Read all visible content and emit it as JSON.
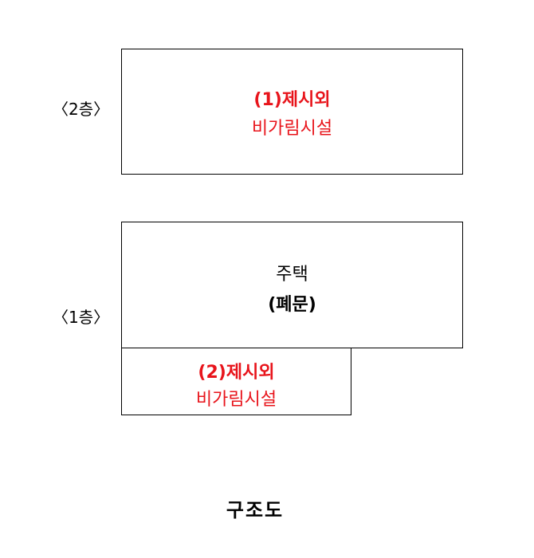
{
  "floors": [
    {
      "label": "〈2층〉",
      "box": {
        "line1": "(1)제시외",
        "line2": "비가림시설"
      }
    },
    {
      "label": "〈1층〉",
      "box": {
        "line1": "주택",
        "line2": "(폐문)"
      },
      "annex": {
        "line1": "(2)제시외",
        "line2": "비가림시설"
      }
    }
  ],
  "title": "구조도",
  "colors": {
    "annotation": "#e8141b",
    "line": "#000000"
  }
}
